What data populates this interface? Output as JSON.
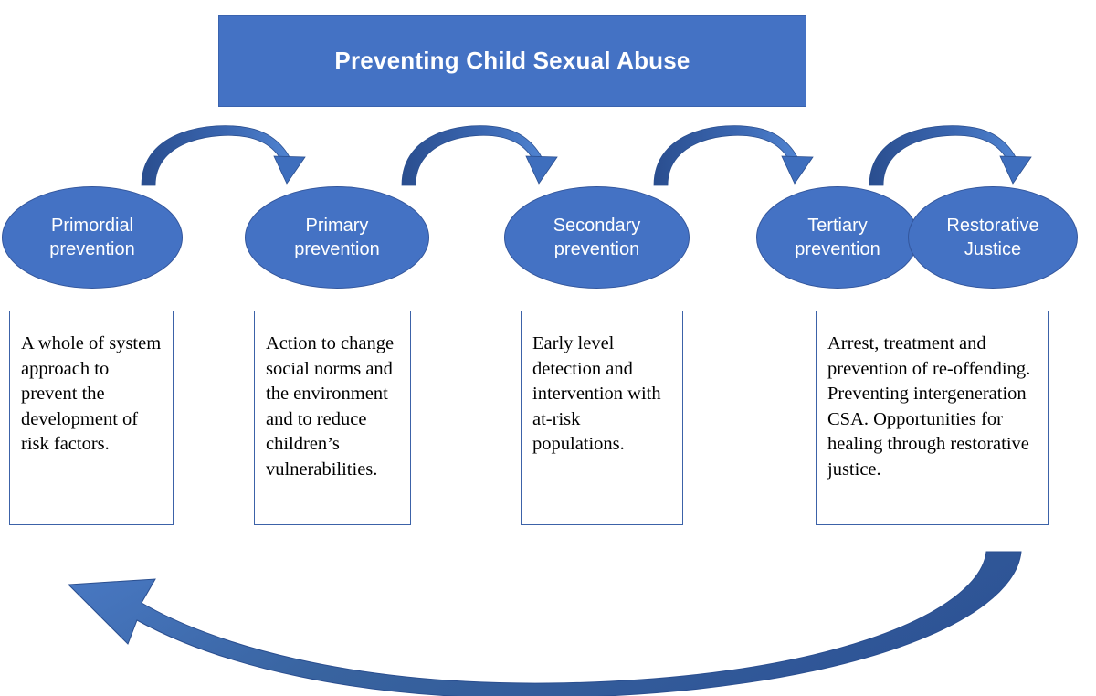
{
  "title": {
    "text": "Preventing Child Sexual Abuse"
  },
  "colors": {
    "primary_blue": "#4472C4",
    "dark_blue": "#2E5496",
    "border_blue": "#3C62A8",
    "arrow_light": "#4E7FCF",
    "white": "#FFFFFF",
    "text_black": "#000000"
  },
  "stages": [
    {
      "id": "primordial",
      "label": "Primordial\nprevention",
      "description": "A whole of system approach to prevent the development of risk factors."
    },
    {
      "id": "primary",
      "label": "Primary\nprevention",
      "description": "Action to change social norms and the environment and to reduce children’s vulnerabilities."
    },
    {
      "id": "secondary",
      "label": "Secondary\nprevention",
      "description": "Early level detection and intervention with at-risk populations."
    },
    {
      "id": "tertiary",
      "label": "Tertiary\nprevention",
      "description": "Arrest, treatment and prevention of re-offending. Preventing intergeneration CSA. Opportunities for healing through restorative justice."
    },
    {
      "id": "restorative",
      "label": "Restorative\nJustice",
      "description": ""
    }
  ],
  "arrows": {
    "progression": [
      {
        "id": "arrow-primordial-to-primary",
        "name": "curved-arrow-icon"
      },
      {
        "id": "arrow-primary-to-secondary",
        "name": "curved-arrow-icon"
      },
      {
        "id": "arrow-secondary-to-tertiary",
        "name": "curved-arrow-icon"
      },
      {
        "id": "arrow-tertiary-to-restorative",
        "name": "curved-arrow-icon"
      }
    ],
    "feedback": {
      "id": "feedback-loop-arrow",
      "name": "feedback-loop-arrow-icon",
      "direction": "right-to-left"
    }
  }
}
